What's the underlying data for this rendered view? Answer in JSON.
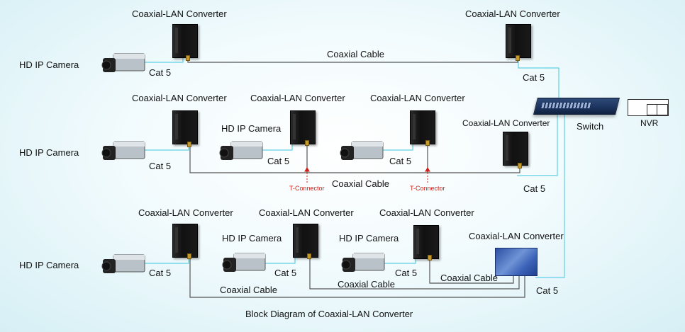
{
  "labels": {
    "converter": "Coaxial-LAN Converter",
    "camera": "HD IP Camera",
    "cat5": "Cat 5",
    "coax": "Coaxial Cable",
    "tconn": "T-Connector",
    "switch": "Switch",
    "nvr": "NVR"
  },
  "caption": "Block Diagram of Coaxial-LAN Converter",
  "icons": {
    "camera": "ip-camera-icon",
    "converter": "coax-lan-converter-icon",
    "switch": "network-switch-icon",
    "nvr": "nvr-icon"
  },
  "colors": {
    "cat5": "#5fd0e6",
    "coax": "#555555",
    "tconn": "#d0201a",
    "background": "#e6f6fa"
  }
}
